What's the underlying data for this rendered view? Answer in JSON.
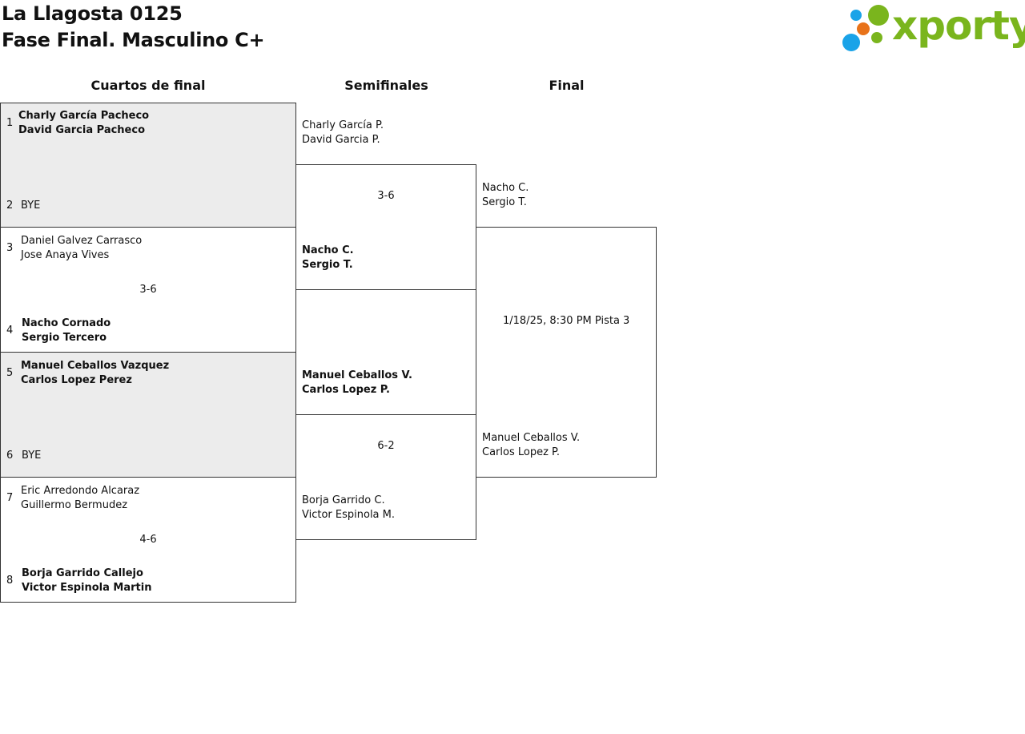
{
  "header": {
    "tournament": "La Llagosta 0125",
    "phase": "Fase Final. Masculino C+",
    "logo_text": "xporty"
  },
  "columns": {
    "quarterfinals": "Cuartos de final",
    "semifinals": "Semifinales",
    "final": "Final"
  },
  "quarterfinals": [
    {
      "top": {
        "seed": "1",
        "p1": "Charly García Pacheco",
        "p2": "David Garcia Pacheco"
      },
      "bottom": {
        "seed": "2",
        "p1": "BYE",
        "p2": ""
      },
      "score": ""
    },
    {
      "top": {
        "seed": "3",
        "p1": "Daniel Galvez Carrasco",
        "p2": "Jose Anaya Vives"
      },
      "bottom": {
        "seed": "4",
        "p1": "Nacho Cornado",
        "p2": "Sergio Tercero"
      },
      "score": "3-6"
    },
    {
      "top": {
        "seed": "5",
        "p1": "Manuel Ceballos Vazquez",
        "p2": "Carlos Lopez Perez"
      },
      "bottom": {
        "seed": "6",
        "p1": "BYE",
        "p2": ""
      },
      "score": ""
    },
    {
      "top": {
        "seed": "7",
        "p1": "Eric Arredondo Alcaraz",
        "p2": "Guillermo Bermudez"
      },
      "bottom": {
        "seed": "8",
        "p1": "Borja Garrido Callejo",
        "p2": "Victor Espinola Martin"
      },
      "score": "4-6"
    }
  ],
  "semifinals": [
    {
      "top": {
        "p1": "Charly García P.",
        "p2": "David Garcia P."
      },
      "bottom": {
        "p1": "Nacho C.",
        "p2": "Sergio T."
      },
      "score": "3-6"
    },
    {
      "top": {
        "p1": "Manuel Ceballos V.",
        "p2": "Carlos Lopez P."
      },
      "bottom": {
        "p1": "Borja Garrido C.",
        "p2": "Victor Espinola M."
      },
      "score": "6-2"
    }
  ],
  "final": {
    "top": {
      "p1": "Nacho C.",
      "p2": "Sergio T."
    },
    "bottom": {
      "p1": "Manuel Ceballos V.",
      "p2": "Carlos Lopez P."
    },
    "schedule": "1/18/25, 8:30 PM",
    "court": "Pista 3"
  },
  "colors": {
    "logo_green": "#7ab51d",
    "logo_blue": "#1aa3e8",
    "logo_orange": "#e8731a",
    "shade": "#ececec"
  }
}
